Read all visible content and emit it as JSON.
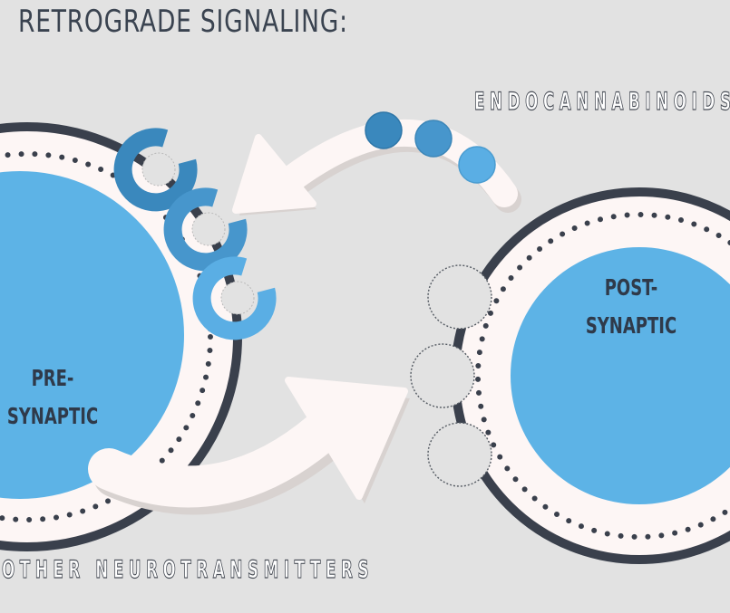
{
  "title": "RETROGRADE SIGNALING:",
  "pre_synaptic": {
    "line1": "PRE-",
    "line2": "SYNAPTIC"
  },
  "post_synaptic": {
    "line1": "POST-",
    "line2": "SYNAPTIC"
  },
  "endocannabinoids_label": "ENDOCANNABINOIDS",
  "other_neurotransmitters_label": "OTHER NEUROTRANSMITTERS",
  "colors": {
    "background": "#e2e2e2",
    "cell_fill": "#5db3e6",
    "membrane_fill": "#fdf6f5",
    "membrane_border": "#3a404c",
    "dots": "#3a404c",
    "endocannabinoid_1": "#3a88bd",
    "endocannabinoid_2": "#4796cc",
    "endocannabinoid_3": "#5aaee4"
  }
}
